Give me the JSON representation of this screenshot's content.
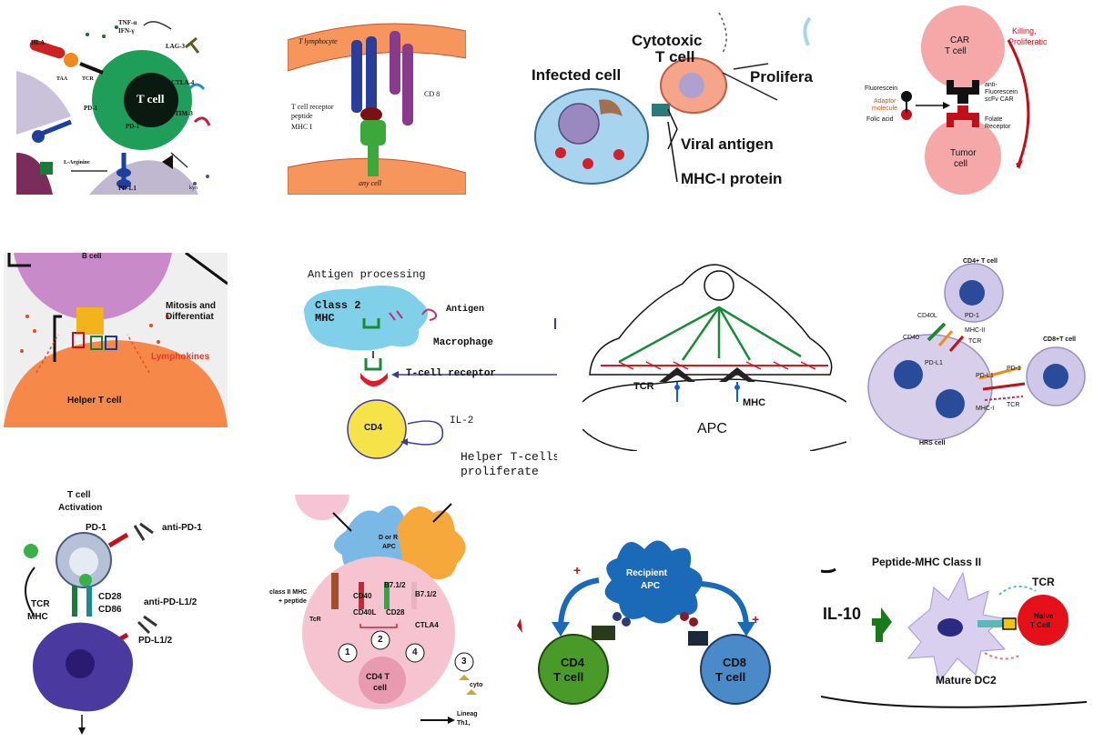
{
  "panels": {
    "p1": {
      "hla": "HLA",
      "taa": "TAA",
      "tcr": "TCR",
      "tnf": "TNF-α",
      "ifn": "IFN-γ",
      "lag3": "LAG-3",
      "ctla4": "CTLA-4",
      "tim3": "TIM-3",
      "tcell": "T cell",
      "pd1a": "PD-1",
      "pd1b": "PD-1",
      "larg": "L-Arginine",
      "pdl1": "PD-L1",
      "kyn": "kyn"
    },
    "p2": {
      "tlymph": "T lymphocyte",
      "cd8": "CD 8",
      "tcr": "T cell receptor",
      "peptide": "peptide",
      "mhc": "MHC I",
      "anycell": "any cell"
    },
    "p3": {
      "cytotoxic": "Cytotoxic",
      "tcell": "T cell",
      "infected": "Infected cell",
      "prolif": "Prolifera",
      "viral": "Viral antigen",
      "mhc": "MHC-I protein"
    },
    "p4": {
      "car": "CAR",
      "tcell": "T cell",
      "killing": "Killing,",
      "prolif": "Proliferation",
      "fluor": "Fluorescein",
      "adaptor1": "Adaptor",
      "adaptor2": "molecule",
      "folic": "Folic acid",
      "anti1": "anti-",
      "anti2": "Fluorescein",
      "anti3": "scFv CAR",
      "folate1": "Folate",
      "folate2": "Receptor",
      "tumor1": "Tumor",
      "tumor2": "cell"
    },
    "p5": {
      "bcell": "B cell",
      "mitosis1": "Mitosis and",
      "mitosis2": "Differentiat",
      "lymph": "Lymphokines",
      "helper": "Helper T cell"
    },
    "p6": {
      "title": "Antigen processing",
      "class1": "Class 2",
      "class2": "MHC",
      "antigen": "Antigen",
      "macro": "Macrophage",
      "tcr": "T-cell receptor",
      "cd4": "CD4",
      "il2": "IL-2",
      "helper1": "Helper T-cells",
      "helper2": "proliferate"
    },
    "p7": {
      "tcr": "TCR",
      "mhc": "MHC",
      "apc": "APC"
    },
    "p8": {
      "cd4": "CD4+ T cell",
      "cd8": "CD8+T cell",
      "cd40l": "CD40L",
      "cd40": "CD40",
      "pd1a": "PD-1",
      "mhc2": "MHC-II",
      "tcra": "TCR",
      "pdl1a": "PD-L1",
      "pdl1b": "PD-L1",
      "pd1b": "PD-1",
      "mhc1": "MHC-I",
      "tcrb": "TCR",
      "hrs": "HRS cell"
    },
    "p9": {
      "act1": "T cell",
      "act2": "Activation",
      "pd1": "PD-1",
      "antipd1": "anti-PD-1",
      "tcr": "TCR",
      "mhc": "MHC",
      "cd28": "CD28",
      "cd86": "CD86",
      "antipdl1": "anti-PD-L1/2",
      "pdl1": "PD-L1/2"
    },
    "p10": {
      "apc1": "D or R",
      "apc2": "APC",
      "mhcpep1": "class II MHC",
      "mhcpep2": "+ peptide",
      "cd40": "CD40",
      "b71a": "B7.1/2",
      "b71b": "B7.1/2",
      "tcr": "TcR",
      "cd40l": "CD40L",
      "cd28": "CD28",
      "ctla4": "CTLA4",
      "n1": "1",
      "n2": "2",
      "n3": "3",
      "n4": "4",
      "cd4a": "CD4 T",
      "cd4b": "cell",
      "cyto": "cyto",
      "lineag": "Lineag",
      "th": "Th1,"
    },
    "p11": {
      "recip1": "Recipient",
      "recip2": "APC",
      "cd4a": "CD4",
      "cd4b": "T cell",
      "cd8a": "CD8",
      "cd8b": "T cell",
      "plus1": "+",
      "plus2": "+"
    },
    "p12": {
      "title": "Peptide-MHC Class II",
      "tcr": "TCR",
      "il10": "IL-10",
      "naive1": "Naive",
      "naive2": "T Cell",
      "mature": "Mature DC2"
    }
  }
}
